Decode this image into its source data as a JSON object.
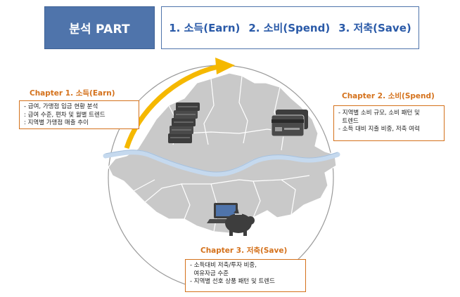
{
  "header": {
    "title": "분석 PART",
    "parts": [
      "1. 소득(Earn)",
      "2. 소비(Spend)",
      "3. 저축(Save)"
    ]
  },
  "chapters": [
    {
      "title": "Chapter 1. 소득(Earn)",
      "lines": [
        "- 급여, 가맹점 입금 현황 분석",
        " : 급여 수준, 편차 및 월별 트렌드",
        " : 지역별 가맹점 매출 추이"
      ]
    },
    {
      "title": "Chapter 2. 소비(Spend)",
      "lines": [
        "- 지역별 소비 규모, 소비 패턴 및",
        "  트렌드",
        "- 소득 대비 지출 비중, 저축 여력"
      ]
    },
    {
      "title": "Chapter 3. 저축(Save)",
      "lines": [
        "- 소득대비 저축/투자 비중,",
        "  여유자금 수준",
        "- 지역별 선호 상품 패턴 및 트렌드"
      ]
    }
  ],
  "icons": [
    "money-stack-icon",
    "credit-cards-icon",
    "piggy-bank-laptop-icon",
    "cycle-arrow-icon"
  ],
  "colors": {
    "accent_blue": "#4f74ab",
    "part_text": "#2a5aa8",
    "chapter_orange": "#d4711b",
    "arrow_yellow": "#f5b800",
    "map_gray": "#c9c9c9",
    "river_blue": "#c5d9ee"
  }
}
